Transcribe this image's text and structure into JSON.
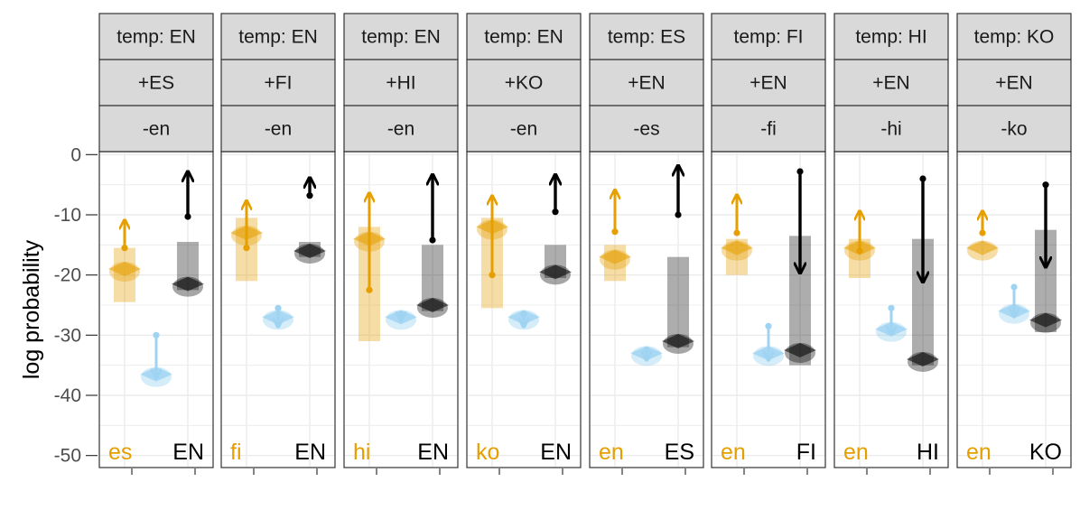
{
  "chart_data": {
    "type": "arrow-range",
    "ylabel": "log probability",
    "ylim": [
      -52,
      0.5
    ],
    "yticks": [
      0,
      -10,
      -20,
      -30,
      -40,
      -50
    ],
    "grid": true,
    "colors": {
      "target_language": "#E69F00",
      "other_language": "#56B4E9",
      "template_language": "#000000",
      "strip_fill": "#D9D9D9",
      "strip_border": "#333333",
      "panel_border": "#333333",
      "grid": "#EBEBEB"
    },
    "panels": [
      {
        "strips": [
          "temp: EN",
          "+ES",
          "-en"
        ],
        "labels": [
          "es",
          "EN"
        ],
        "groups": [
          {
            "color": "target_language",
            "range": [
              -24.5,
              -15.5
            ],
            "mean": -19,
            "arrow_from": -15.5,
            "arrow_to": -11.0,
            "side": 0
          },
          {
            "color": "template_language",
            "range": [
              -22.5,
              -14.5
            ],
            "mean": -21.5,
            "arrow_from": -10.3,
            "arrow_to": -3.0,
            "side": 1
          },
          {
            "color": "other_language",
            "range": null,
            "mean": -36.5,
            "arrow_from": -30.0,
            "arrow_to": -37.0,
            "side": 0.5
          }
        ]
      },
      {
        "strips": [
          "temp: EN",
          "+FI",
          "-en"
        ],
        "labels": [
          "fi",
          "EN"
        ],
        "groups": [
          {
            "color": "target_language",
            "range": [
              -21,
              -10.5
            ],
            "mean": -13,
            "arrow_from": -15.5,
            "arrow_to": -7.8,
            "side": 0
          },
          {
            "color": "template_language",
            "range": [
              -17,
              -14.5
            ],
            "mean": -16,
            "arrow_from": -6.8,
            "arrow_to": -4.0,
            "side": 1
          },
          {
            "color": "other_language",
            "range": null,
            "mean": -27,
            "arrow_from": -25.5,
            "arrow_to": -28.5,
            "side": 0.5
          }
        ]
      },
      {
        "strips": [
          "temp: EN",
          "+HI",
          "-en"
        ],
        "labels": [
          "hi",
          "EN"
        ],
        "groups": [
          {
            "color": "target_language",
            "range": [
              -31,
              -12
            ],
            "mean": -14,
            "arrow_from": -22.5,
            "arrow_to": -6.5,
            "side": 0
          },
          {
            "color": "template_language",
            "range": [
              -26,
              -15
            ],
            "mean": -25,
            "arrow_from": -14.2,
            "arrow_to": -3.5,
            "side": 1
          },
          {
            "color": "other_language",
            "range": null,
            "mean": -27,
            "arrow_from": -26.5,
            "arrow_to": -27.5,
            "side": 0.5
          }
        ]
      },
      {
        "strips": [
          "temp: EN",
          "+KO",
          "-en"
        ],
        "labels": [
          "ko",
          "EN"
        ],
        "groups": [
          {
            "color": "target_language",
            "range": [
              -25.5,
              -10.5
            ],
            "mean": -12,
            "arrow_from": -20,
            "arrow_to": -7.0,
            "side": 0
          },
          {
            "color": "template_language",
            "range": [
              -20.5,
              -15
            ],
            "mean": -19.5,
            "arrow_from": -9.5,
            "arrow_to": -3.5,
            "side": 1
          },
          {
            "color": "other_language",
            "range": null,
            "mean": -27,
            "arrow_from": -26.5,
            "arrow_to": -28.5,
            "side": 0.5
          }
        ]
      },
      {
        "strips": [
          "temp: ES",
          "+EN",
          "-es"
        ],
        "labels": [
          "en",
          "ES"
        ],
        "groups": [
          {
            "color": "target_language",
            "range": [
              -21,
              -15
            ],
            "mean": -17,
            "arrow_from": -12.8,
            "arrow_to": -6.0,
            "side": 0
          },
          {
            "color": "template_language",
            "range": [
              -32,
              -17
            ],
            "mean": -31,
            "arrow_from": -10.0,
            "arrow_to": -2.0,
            "side": 1
          },
          {
            "color": "other_language",
            "range": null,
            "mean": -33,
            "arrow_from": -32.5,
            "arrow_to": -34.0,
            "side": 0.5
          }
        ]
      },
      {
        "strips": [
          "temp: FI",
          "+EN",
          "-fi"
        ],
        "labels": [
          "en",
          "FI"
        ],
        "groups": [
          {
            "color": "target_language",
            "range": [
              -20,
              -14
            ],
            "mean": -15.5,
            "arrow_from": -13,
            "arrow_to": -6.8,
            "side": 0
          },
          {
            "color": "template_language",
            "range": [
              -35,
              -13.5
            ],
            "mean": -32.5,
            "arrow_from": -2.8,
            "arrow_to": -19.5,
            "side": 1
          },
          {
            "color": "other_language",
            "range": null,
            "mean": -33,
            "arrow_from": -28.5,
            "arrow_to": -34.0,
            "side": 0.5
          }
        ]
      },
      {
        "strips": [
          "temp: HI",
          "+EN",
          "-hi"
        ],
        "labels": [
          "en",
          "HI"
        ],
        "groups": [
          {
            "color": "target_language",
            "range": [
              -20.5,
              -14
            ],
            "mean": -15.5,
            "arrow_from": -16,
            "arrow_to": -9.5,
            "side": 0
          },
          {
            "color": "template_language",
            "range": [
              -35,
              -14
            ],
            "mean": -34,
            "arrow_from": -4.0,
            "arrow_to": -21.0,
            "side": 1
          },
          {
            "color": "other_language",
            "range": null,
            "mean": -29,
            "arrow_from": -25.5,
            "arrow_to": -29.8,
            "side": 0.5
          }
        ]
      },
      {
        "strips": [
          "temp: KO",
          "+EN",
          "-ko"
        ],
        "labels": [
          "en",
          "KO"
        ],
        "groups": [
          {
            "color": "target_language",
            "range": null,
            "mean": -15.5,
            "arrow_from": -13,
            "arrow_to": -9.5,
            "side": 0
          },
          {
            "color": "template_language",
            "range": [
              -29.5,
              -12.5
            ],
            "mean": -27.5,
            "arrow_from": -5.0,
            "arrow_to": -18.5,
            "side": 1
          },
          {
            "color": "other_language",
            "range": null,
            "mean": -26,
            "arrow_from": -22,
            "arrow_to": -26.8,
            "side": 0.5
          }
        ]
      }
    ]
  }
}
